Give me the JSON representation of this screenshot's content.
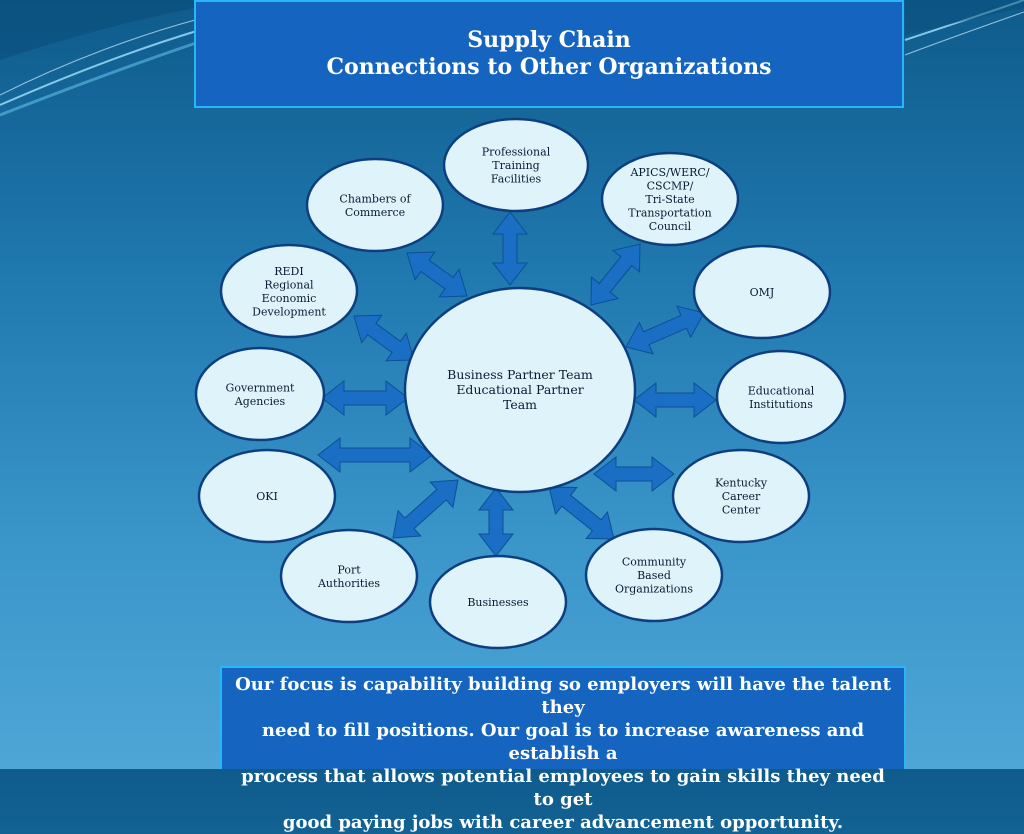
{
  "title": {
    "line1": "Supply Chain",
    "line2": "Connections to Other Organizations"
  },
  "center": {
    "lines": [
      "Business Partner Team",
      "Educational Partner",
      "Team"
    ]
  },
  "nodes": [
    {
      "id": "professional-training",
      "lines": [
        "Professional",
        "Training",
        "Facilities"
      ]
    },
    {
      "id": "apics",
      "lines": [
        "APICS/WERC/",
        "CSCMP/",
        "Tri-State",
        "Transportation",
        "Council"
      ]
    },
    {
      "id": "omj",
      "lines": [
        "OMJ"
      ]
    },
    {
      "id": "educational-institutions",
      "lines": [
        "Educational",
        "Institutions"
      ]
    },
    {
      "id": "kentucky-career",
      "lines": [
        "Kentucky",
        "Career",
        "Center"
      ]
    },
    {
      "id": "community-based",
      "lines": [
        "Community",
        "Based",
        "Organizations"
      ]
    },
    {
      "id": "businesses",
      "lines": [
        "Businesses"
      ]
    },
    {
      "id": "port-authorities",
      "lines": [
        "Port",
        "Authorities"
      ]
    },
    {
      "id": "oki",
      "lines": [
        "OKI"
      ]
    },
    {
      "id": "government-agencies",
      "lines": [
        "Government",
        "Agencies"
      ]
    },
    {
      "id": "redi",
      "lines": [
        "REDI",
        "Regional",
        "Economic",
        "Development"
      ]
    },
    {
      "id": "chambers",
      "lines": [
        "Chambers of",
        "Commerce"
      ]
    }
  ],
  "footer": {
    "line1": "Our focus is capability building so employers will have the talent they",
    "line2": "need  to fill positions. Our goal is to increase awareness and establish a",
    "line3": "process that allows potential employees to gain skills they need to get",
    "line4": "good paying jobs with career advancement opportunity."
  },
  "colors": {
    "panel": "#1565c0",
    "panel_border": "#29b6f6",
    "ellipse_fill": "#dff3fa",
    "ellipse_stroke": "#0d3f80",
    "arrow": "#1a6fc4"
  }
}
